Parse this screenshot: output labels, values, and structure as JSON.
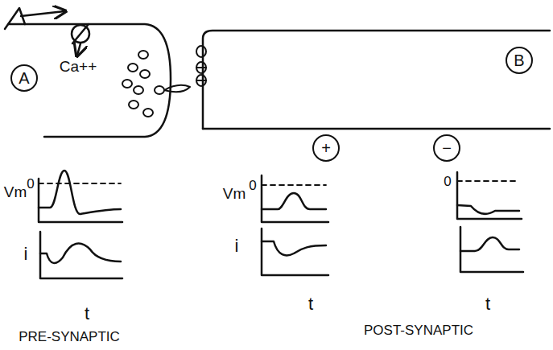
{
  "diagram": {
    "nodes": [
      {
        "text": [
          "A"
        ]
      },
      {
        "text": [
          "B"
        ]
      },
      {
        "text": [
          "+"
        ]
      },
      {
        "text": [
          "−"
        ]
      }
    ],
    "labels": [
      "Ca++",
      "Vm",
      "0",
      "i",
      "t",
      "Vm",
      "0",
      "i",
      "t",
      "0",
      "t",
      "PRE-SYNAPTIC",
      "POST-SYNAPTIC"
    ]
  }
}
